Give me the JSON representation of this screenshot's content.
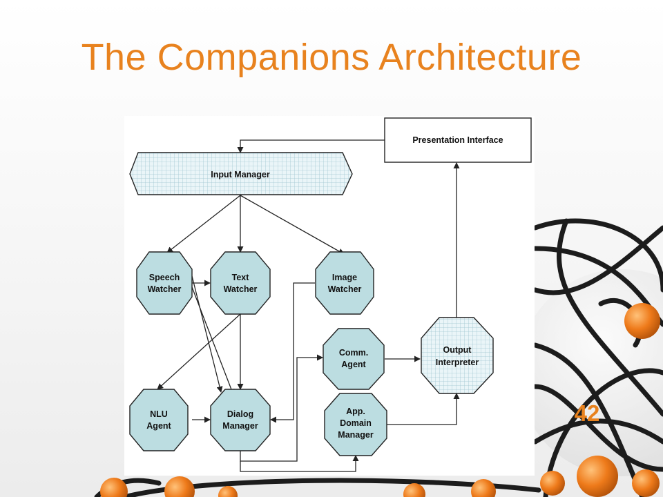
{
  "slide": {
    "title": "The Companions Architecture",
    "page_number": "42"
  },
  "diagram": {
    "presentation_interface": "Presentation Interface",
    "input_manager": "Input Manager",
    "speech_watcher": [
      "Speech",
      "Watcher"
    ],
    "text_watcher": [
      "Text",
      "Watcher"
    ],
    "image_watcher": [
      "Image",
      "Watcher"
    ],
    "nlu_agent": [
      "NLU",
      "Agent"
    ],
    "dialog_manager": [
      "Dialog",
      "Manager"
    ],
    "comm_agent": [
      "Comm.",
      "Agent"
    ],
    "app_domain_manager": [
      "App.",
      "Domain",
      "Manager"
    ],
    "output_interpreter": [
      "Output",
      "Interpreter"
    ]
  },
  "colors": {
    "title": "#E8821E",
    "node_fill": "#BCDDE1",
    "grid_fill": "#EAF5F8",
    "grid_line": "#9FC6D0",
    "stroke": "#222222",
    "ball": "#EE7A1A",
    "cable": "#1c1c1c"
  }
}
